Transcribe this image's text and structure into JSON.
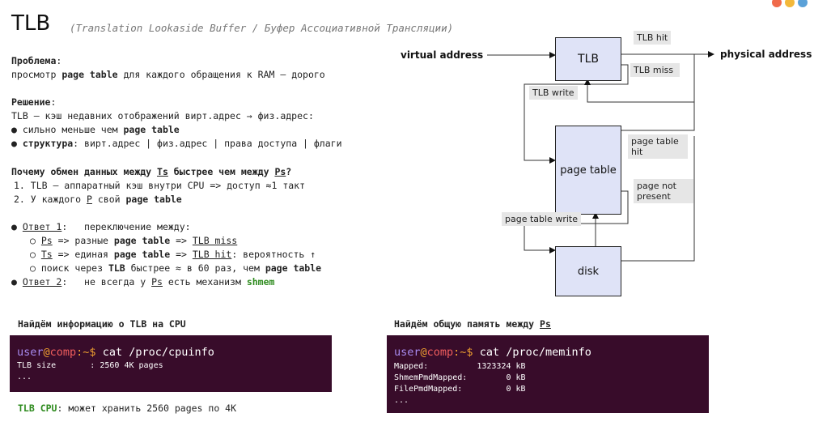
{
  "header": {
    "title": "TLB",
    "subtitle": "(Translation Lookaside Buffer / Буфер Ассоциативной Трансляции)"
  },
  "problem": {
    "heading": "Проблема",
    "text_pre": "просмотр ",
    "text_bold": "page table",
    "text_post": " для каждого обращения к RAM – дорого"
  },
  "solution": {
    "heading": "Решение",
    "line1": "TLB – кэш недавних отображений вирт.адрес → физ.адрес:",
    "bullet1_pre": "сильно меньше чем ",
    "bullet1_bold": "page table",
    "bullet2_bold": "структура",
    "bullet2_post": ": вирт.адрес | физ.адрес | права доступа | флаги"
  },
  "question": {
    "pre": "Почему обмен данных между ",
    "ts": "Ts",
    "mid": " быстрее чем между ",
    "ps": "Ps",
    "end": "?",
    "item1": "1. TLB – аппаратный кэш внутри CPU => доступ ≈1 такт",
    "item2_pre": "2. У каждого ",
    "item2_p": "P",
    "item2_mid": " свой ",
    "item2_bold": "page table"
  },
  "answers": {
    "a1_label": "Ответ 1",
    "a1_text": ":   переключение между:",
    "s1_ps": "Ps",
    "s1_mid": " => разные ",
    "s1_bold": "page table",
    "s1_arrow": " => ",
    "s1_link": "TLB miss",
    "s2_ts": "Ts",
    "s2_mid": " => единая ",
    "s2_bold": "page table",
    "s2_arrow": " => ",
    "s2_link": "TLB hit",
    "s2_end": ": вероятность ↑",
    "s3_pre": "поиск через ",
    "s3_bold1": "TLB",
    "s3_mid": " быстрее ≈ в 60 раз, чем ",
    "s3_bold2": "page table",
    "a2_label": "Ответ 2",
    "a2_text": ":   не всегда у ",
    "a2_ps": "Ps",
    "a2_mid": " есть механизм ",
    "a2_shmem": "shmem"
  },
  "cpu_section": {
    "heading": "Найдём информацию о TLB на CPU",
    "user": "user",
    "at": "@",
    "host": "comp",
    "path": ":~$",
    "command": " cat /proc/cpuinfo",
    "out1": "TLB size       : 2560 4K pages",
    "out2": "...",
    "note_bold": "TLB CPU",
    "note_text": ": может хранить 2560 pages по 4K"
  },
  "mem_section": {
    "heading_pre": "Найдём общую память между ",
    "heading_ps": "Ps",
    "user": "user",
    "at": "@",
    "host": "comp",
    "path": ":~$",
    "command": " cat /proc/meminfo",
    "out1": "Mapped:          1323324 kB",
    "out2": "ShmemPmdMapped:        0 kB",
    "out3": "FilePmdMapped:         0 kB",
    "out4": "..."
  },
  "diagram": {
    "virtual_address": "virtual address",
    "physical_address": "physical address",
    "tlb_box": "TLB",
    "page_table_box": "page table",
    "disk_box": "disk",
    "tlb_hit": "TLB hit",
    "tlb_miss": "TLB miss",
    "tlb_write": "TLB write",
    "pt_hit_1": "page table",
    "pt_hit_2": "hit",
    "pt_not_1": "page not",
    "pt_not_2": "present",
    "pt_write": "page table write"
  },
  "colors": {
    "terminal_bg": "#380c2a",
    "accent_green": "#2e8b1e",
    "box_fill": "#dfe3f7",
    "label_bg": "#e6e6e6"
  }
}
